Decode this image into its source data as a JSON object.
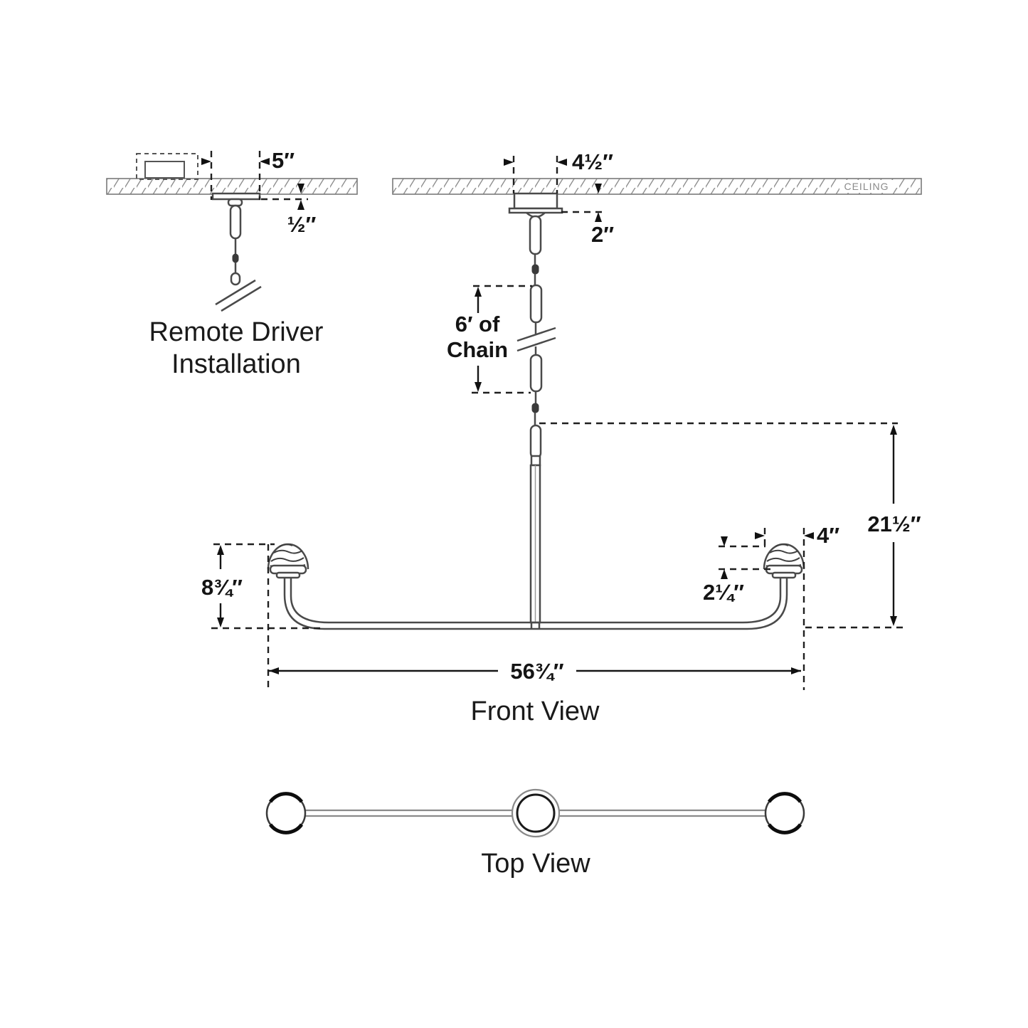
{
  "diagram": {
    "remote_driver": {
      "label_line1": "Remote Driver",
      "label_line2": "Installation",
      "dim_canopy_width": "5″",
      "dim_canopy_thickness": "½″"
    },
    "front_view": {
      "label": "Front View",
      "ceiling_label": "CEILING",
      "dim_canopy_width": "4½″",
      "dim_canopy_height": "2″",
      "dim_chain_line1": "6′ of",
      "dim_chain_line2": "Chain",
      "dim_overall_height": "21½″",
      "dim_shade_width": "4″",
      "dim_shade_height": "2¼″",
      "dim_body_height": "8¾″",
      "dim_overall_width": "56¾″"
    },
    "top_view": {
      "label": "Top View"
    },
    "colors": {
      "background": "#ffffff",
      "drawing_line": "#6f6f6f",
      "fixture_line": "#4a4a4a",
      "dimension_line": "#161616",
      "text": "#141414",
      "ceiling_text": "#8a8a8a"
    }
  }
}
